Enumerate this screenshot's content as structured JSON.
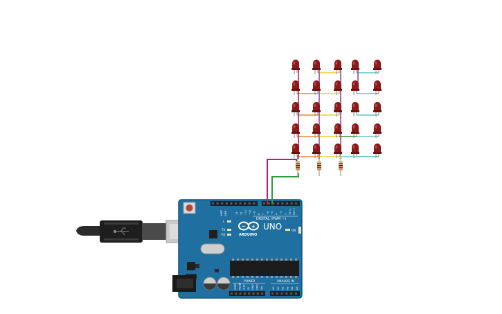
{
  "board": {
    "logo_text": "UNO",
    "brand_text": "ARDUINO",
    "digital_header": "DIGITAL (PWM ~)",
    "power_header": "POWER",
    "analog_header": "ANALOG IN",
    "on_label": "ON",
    "l_label": "L",
    "tx_label": "TX",
    "rx_label": "RX",
    "aref_label": "AREF",
    "gnd_label": "GND",
    "digital_pins": [
      "13",
      "12",
      "~11",
      "~10",
      "~9",
      "8",
      "7",
      "~6",
      "~5",
      "4",
      "~3",
      "2",
      "TX→1",
      "RX←0"
    ],
    "power_pins": [
      "IOREF",
      "RESET",
      "3.3V",
      "5V",
      "GND",
      "GND",
      "Vin"
    ],
    "analog_pins": [
      "A0",
      "A1",
      "A2",
      "A3",
      "A4",
      "A5"
    ]
  },
  "led_matrix": {
    "rows": 5,
    "cols": 5,
    "led_color": "#8b1a1a"
  },
  "colors": {
    "board": "#1f6fa0",
    "board_edge": "#16567d",
    "wire_magenta": "#b0207a",
    "wire_green": "#2e9a3a",
    "wire_orange": "#e8892a",
    "wire_yellow": "#e8d22a",
    "wire_cyan": "#5fc2c9",
    "wire_purple": "#8a4fa0"
  }
}
